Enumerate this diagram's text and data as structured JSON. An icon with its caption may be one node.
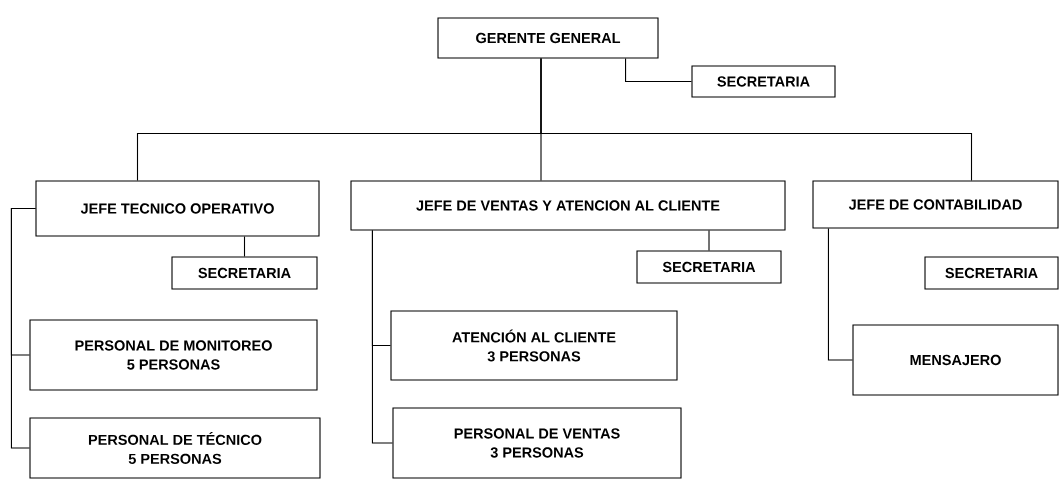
{
  "diagram": {
    "nodes": [
      {
        "text": [
          "GERENTE GENERAL"
        ]
      },
      {
        "text": [
          "SECRETARIA"
        ]
      },
      {
        "text": [
          "JEFE TECNICO OPERATIVO"
        ]
      },
      {
        "text": [
          "SECRETARIA"
        ]
      },
      {
        "text": [
          "JEFE DE VENTAS Y ATENCION AL CLIENTE"
        ]
      },
      {
        "text": [
          "SECRETARIA"
        ]
      },
      {
        "text": [
          "JEFE DE CONTABILIDAD"
        ]
      },
      {
        "text": [
          "SECRETARIA"
        ]
      },
      {
        "text": [
          "PERSONAL DE MONITOREO",
          "5 PERSONAS"
        ]
      },
      {
        "text": [
          "PERSONAL DE TÉCNICO",
          "5 PERSONAS"
        ]
      },
      {
        "text": [
          "ATENCIÓN AL CLIENTE",
          "3 PERSONAS"
        ]
      },
      {
        "text": [
          "PERSONAL DE VENTAS",
          "3 PERSONAS"
        ]
      },
      {
        "text": [
          "MENSAJERO"
        ]
      }
    ],
    "edges": [
      {
        "from": 0,
        "to": 1,
        "arrow": "none"
      },
      {
        "from": 0,
        "to": 2,
        "arrow": "none"
      },
      {
        "from": 0,
        "to": 4,
        "arrow": "none"
      },
      {
        "from": 0,
        "to": 6,
        "arrow": "none"
      },
      {
        "from": 2,
        "to": 3,
        "arrow": "none"
      },
      {
        "from": 2,
        "to": 8,
        "arrow": "none"
      },
      {
        "from": 2,
        "to": 9,
        "arrow": "none"
      },
      {
        "from": 4,
        "to": 5,
        "arrow": "none"
      },
      {
        "from": 4,
        "to": 10,
        "arrow": "none"
      },
      {
        "from": 4,
        "to": 11,
        "arrow": "none"
      },
      {
        "from": 6,
        "to": 12,
        "arrow": "none"
      }
    ]
  }
}
